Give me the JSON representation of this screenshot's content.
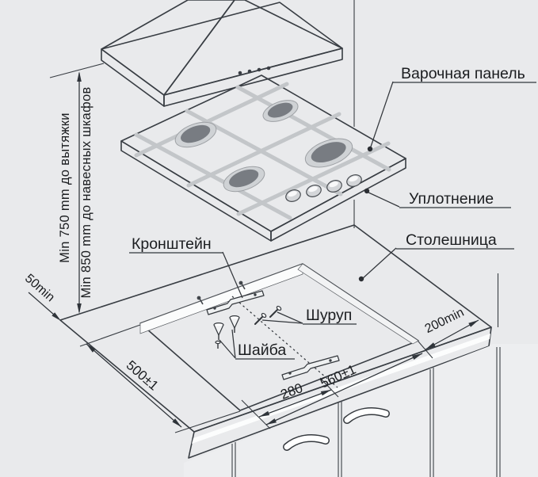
{
  "diagram": {
    "title_hint": "Gas hob installation diagram",
    "callouts": {
      "hob": "Варочная панель",
      "seal": "Уплотнение",
      "countertop": "Столешница",
      "bracket": "Кронштейн",
      "screw": "Шуруп",
      "washer": "Шайба"
    },
    "dimensions": {
      "hood_clearance": "Min 750 mm до вытяжки",
      "cabinet_clearance": "Min 850 mm до навесных шкафов",
      "back_gap": "50min",
      "cutout_depth": "500±1",
      "cutout_width": "560±1",
      "side_gap": "200min",
      "bracket_offset": "280"
    },
    "colors": {
      "background": "#e9eaec",
      "worktop_dark": "#9ba0a5",
      "worktop_light": "#e3e5e7",
      "line": "#383d43",
      "cutout_floor": "#ffffff"
    }
  }
}
